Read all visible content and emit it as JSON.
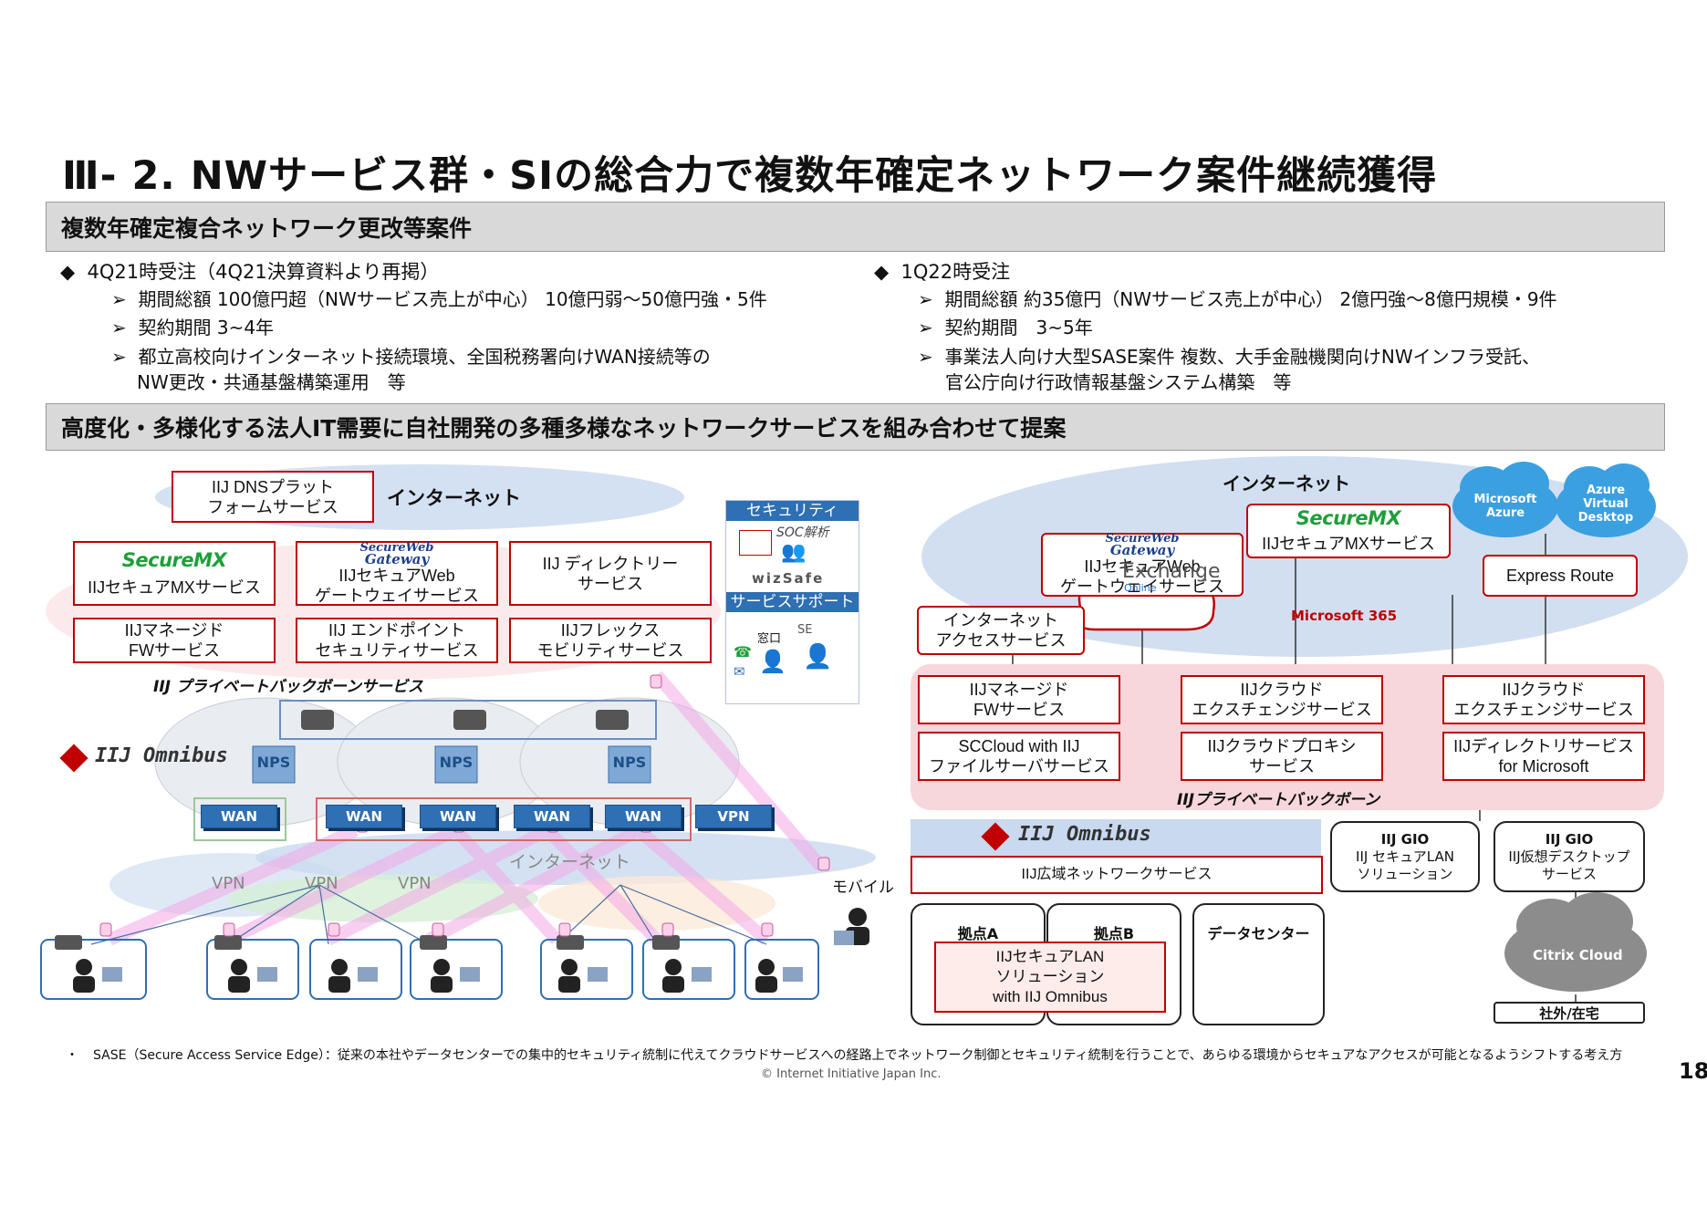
{
  "title": "Ⅲ- 2.  NWサービス群・SIの総合力で複数年確定ネットワーク案件継続獲得",
  "band1": "複数年確定複合ネットワーク更改等案件",
  "band2": "高度化・多様化する法人IT需要に自社開発の多種多様なネットワークサービスを組み合わせて提案",
  "left_col": {
    "head": "4Q21時受注（4Q21決算資料より再掲）",
    "items": [
      "期間総額 100億円超（NWサービス売上が中心） 10億円弱～50億円強・5件",
      "契約期間 3~4年",
      "都立高校向けインターネット接続環境、全国税務署向けWAN接続等の",
      "NW更改・共通基盤構築運用　等"
    ]
  },
  "right_col": {
    "head": "1Q22時受注",
    "items": [
      "期間総額 約35億円（NWサービス売上が中心） 2億円強～8億円規模・9件",
      "契約期間　3~5年",
      "事業法人向け大型SASE案件 複数、大手金融機関向けNWインフラ受託、",
      "官公庁向け行政情報基盤システム構築　等"
    ]
  },
  "left_diagram": {
    "dns": [
      "IIJ DNSプラット",
      "フォームサービス"
    ],
    "internet": "インターネット",
    "securemx_logo": "SecureMX",
    "securemx": "IIJセキュアMXサービス",
    "swg_logo": [
      "SecureWeb",
      "Gateway"
    ],
    "swg": [
      "IIJセキュアWeb",
      "ゲートウェイサービス"
    ],
    "directory": [
      "IIJ ディレクトリー",
      "サービス"
    ],
    "managed_fw": [
      "IIJマネージド",
      "FWサービス"
    ],
    "endpoint": [
      "IIJ エンドポイント",
      "セキュリティサービス"
    ],
    "flex": [
      "IIJフレックス",
      "モビリティサービス"
    ],
    "security_title": "セキュリティ",
    "soc": "SOC解析",
    "wizsafe": "wizSafe",
    "support_title": "サービスサポート",
    "madoguchi": "窓口",
    "se": "SE",
    "backbone": "IIJ プライベートバックボーンサービス",
    "omnibus": "IIJ Omnibus",
    "nps": "NPS",
    "wan": "WAN",
    "vpn_box": "VPN",
    "internet2": "インターネット",
    "vpn": "VPN",
    "mobile": "モバイル"
  },
  "right_diagram": {
    "internet": "インターネット",
    "azure": [
      "Microsoft",
      "Azure"
    ],
    "avd": [
      "Azure",
      "Virtual",
      "Desktop"
    ],
    "securemx_logo": "SecureMX",
    "securemx": "IIJセキュアMXサービス",
    "swg_logo": [
      "SecureWeb",
      "Gateway"
    ],
    "swg": [
      "IIJセキュアWeb",
      "ゲートウェイサービス"
    ],
    "exchange": "Exchange",
    "exchange_sub": "Online",
    "m365": "Microsoft 365",
    "express": "Express Route",
    "access": [
      "インターネット",
      "アクセスサービス"
    ],
    "managed_fw": [
      "IIJマネージド",
      "FWサービス"
    ],
    "cloud_ex1": [
      "IIJクラウド",
      "エクスチェンジサービス"
    ],
    "cloud_ex2": [
      "IIJクラウド",
      "エクスチェンジサービス"
    ],
    "sccloud": [
      "SCCloud with IIJ",
      "ファイルサーバサービス"
    ],
    "proxy": [
      "IIJクラウドプロキシ",
      "サービス"
    ],
    "dir_ms": [
      "IIJディレクトリサービス",
      "for Microsoft"
    ],
    "backbone": "IIJプライベートバックボーン",
    "omnibus": "IIJ Omnibus",
    "wide_nw": "IIJ広域ネットワークサービス",
    "gio1": [
      "IIJ GIO",
      "IIJ セキュアLAN",
      "ソリューション"
    ],
    "gio2": [
      "IIJ GIO",
      "IIJ仮想デスクトップ",
      "サービス"
    ],
    "site_a": "拠点A",
    "site_b": "拠点B",
    "dc": "データセンター",
    "lan": [
      "IIJセキュアLAN",
      "ソリューション",
      "with IIJ Omnibus"
    ],
    "citrix": "Citrix Cloud",
    "remote": "社外/在宅"
  },
  "footnote_bullet": "・",
  "footnote": "SASE（Secure Access Service Edge）：従来の本社やデータセンターでの集中的セキュリティ統制に代えてクラウドサービスへの経路上でネットワーク制御とセキュリティ統制を行うことで、あらゆる環境からセキュアなアクセスが可能となるようシフトする考え方",
  "copyright": "© Internet Initiative Japan Inc.",
  "page": "18",
  "colors": {
    "red": "#c00000",
    "blue": "#2f6fb3",
    "band": "#d9d9d9",
    "pink": "#f7d7dc"
  }
}
